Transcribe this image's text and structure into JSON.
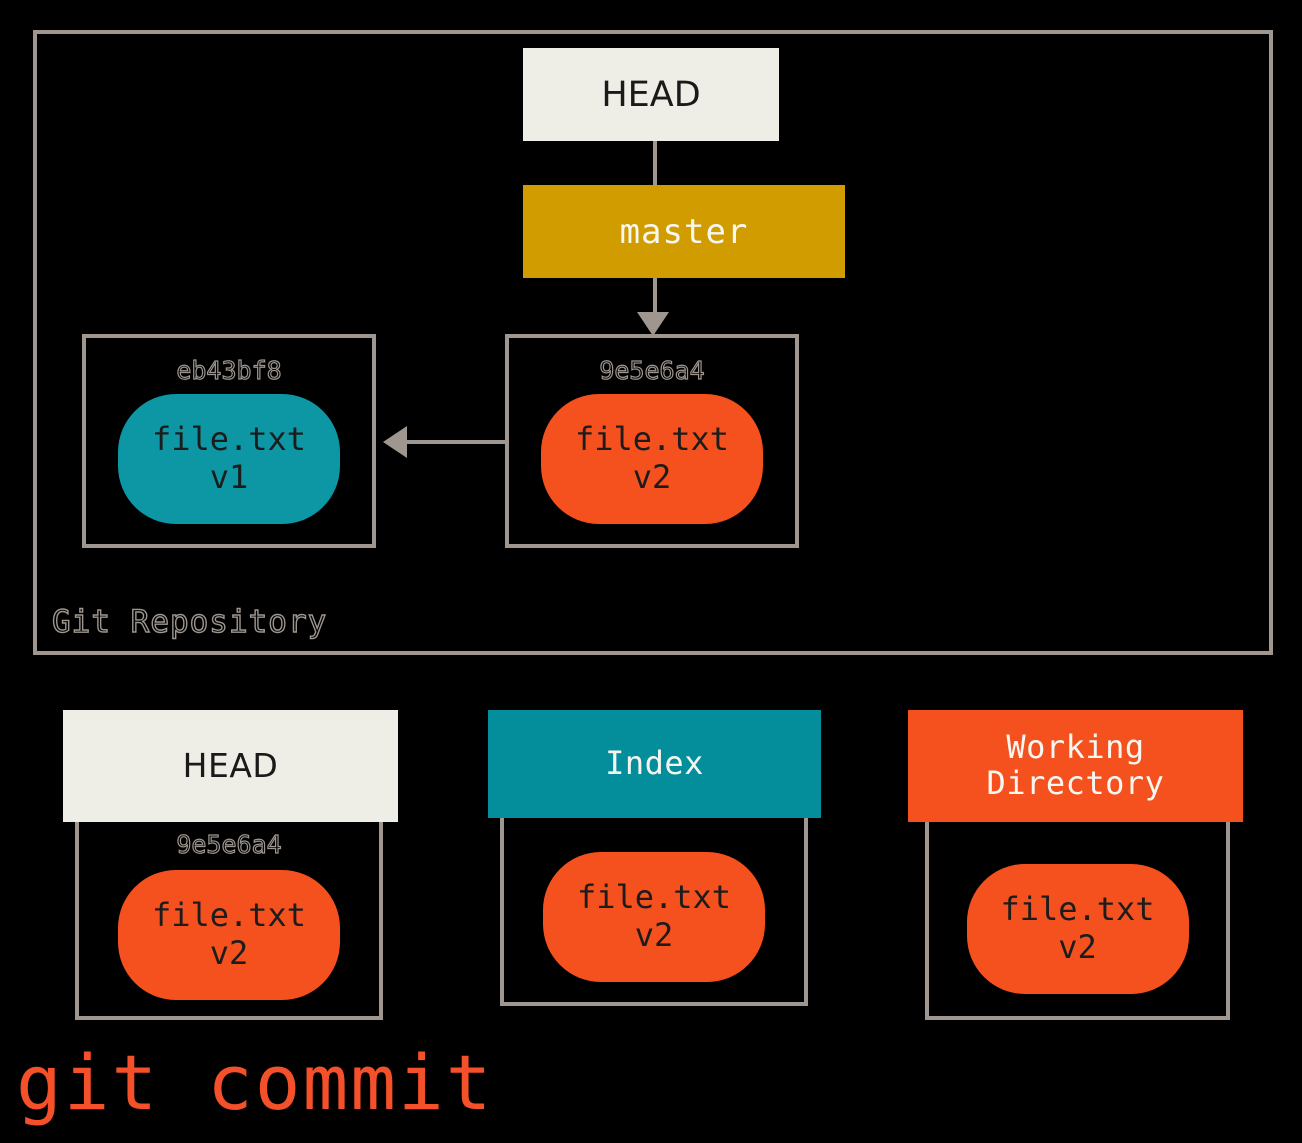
{
  "caption": "git commit",
  "colors": {
    "background": "#000000",
    "border_gray": "#9e968f",
    "cream": "#eeeee6",
    "gold": "#d19c00",
    "teal": "#048e9c",
    "blob_teal": "#0d96a3",
    "orange": "#f4511e",
    "caption_orange": "#f4502a"
  },
  "repository": {
    "label": "Git Repository",
    "head_pointer": {
      "label": "HEAD"
    },
    "branch": {
      "label": "master"
    },
    "commits": [
      {
        "hash": "eb43bf8",
        "blob": {
          "filename": "file.txt",
          "version": "v1",
          "color": "teal"
        }
      },
      {
        "hash": "9e5e6a4",
        "blob": {
          "filename": "file.txt",
          "version": "v2",
          "color": "orange"
        }
      }
    ],
    "edges": [
      {
        "from": "HEAD",
        "to": "master",
        "kind": "plain-line"
      },
      {
        "from": "master",
        "to": "9e5e6a4",
        "kind": "arrow-down"
      },
      {
        "from": "9e5e6a4",
        "to": "eb43bf8",
        "kind": "arrow-left"
      }
    ]
  },
  "areas": [
    {
      "title": "HEAD",
      "title_line1": "HEAD",
      "title_line2": "",
      "header_color": "#eeeee6",
      "hash": "9e5e6a4",
      "blob": {
        "filename": "file.txt",
        "version": "v2",
        "color": "orange"
      }
    },
    {
      "title": "Index",
      "title_line1": "Index",
      "title_line2": "",
      "header_color": "#048e9c",
      "hash": "",
      "blob": {
        "filename": "file.txt",
        "version": "v2",
        "color": "orange"
      }
    },
    {
      "title": "Working Directory",
      "title_line1": "Working",
      "title_line2": "Directory",
      "header_color": "#f4511e",
      "hash": "",
      "blob": {
        "filename": "file.txt",
        "version": "v2",
        "color": "orange"
      }
    }
  ]
}
